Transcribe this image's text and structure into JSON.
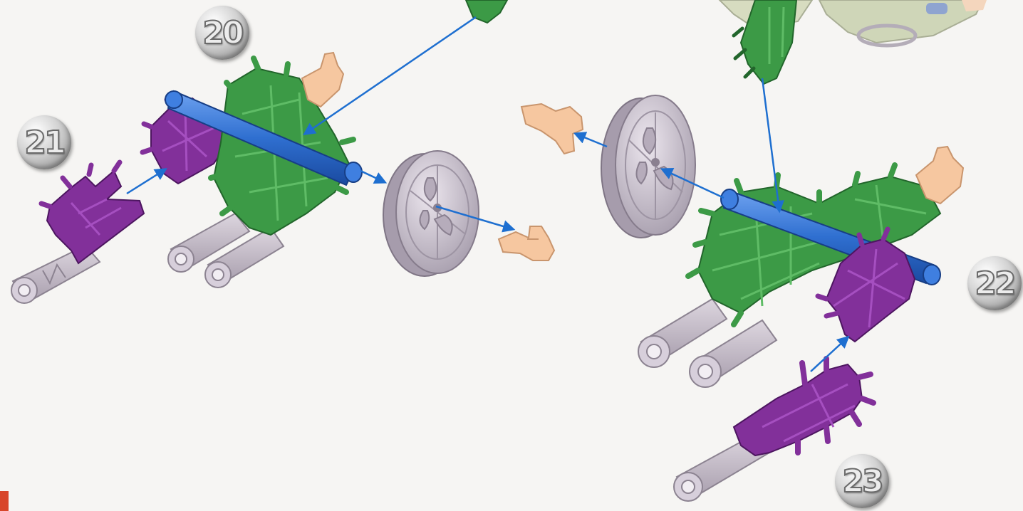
{
  "steps": [
    "20",
    "21",
    "22",
    "23"
  ],
  "colors": {
    "background": "#f6f5f3",
    "connector_green": "#3c9a46",
    "connector_purple": "#82309a",
    "rod_blue": "#2f6fd0",
    "wheel_gray": "#c8bfcb",
    "clip_tan": "#f6c7a0",
    "arrow_blue": "#1e6fd0",
    "corner_red": "#d8452a"
  }
}
